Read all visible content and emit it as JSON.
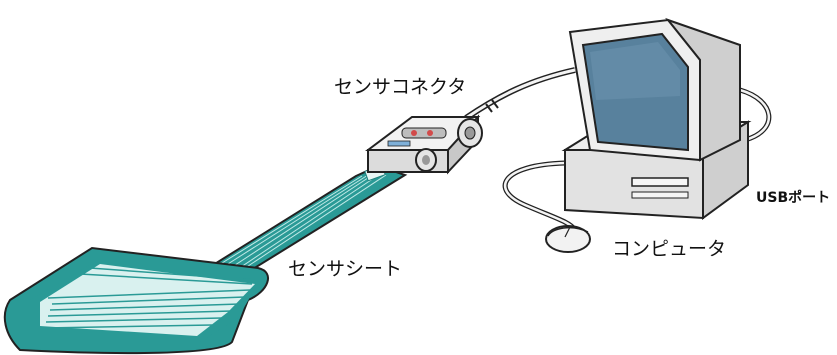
{
  "labels": {
    "sensor_connector": "センサコネクタ",
    "sensor_sheet": "センサシート",
    "computer": "コンピュータ",
    "usb_port": "USBポート"
  },
  "colors": {
    "sheet_teal": "#2a9a96",
    "sheet_teal_dark": "#1f7f7b",
    "monitor_screen": "#58819d",
    "case_gray": "#e6e6e6",
    "outline": "#222222"
  },
  "icons": {
    "sensor_sheet": "sensor-sheet-icon",
    "connector": "connector-icon",
    "monitor": "monitor-icon",
    "tower": "computer-case-icon",
    "mouse": "mouse-icon"
  }
}
